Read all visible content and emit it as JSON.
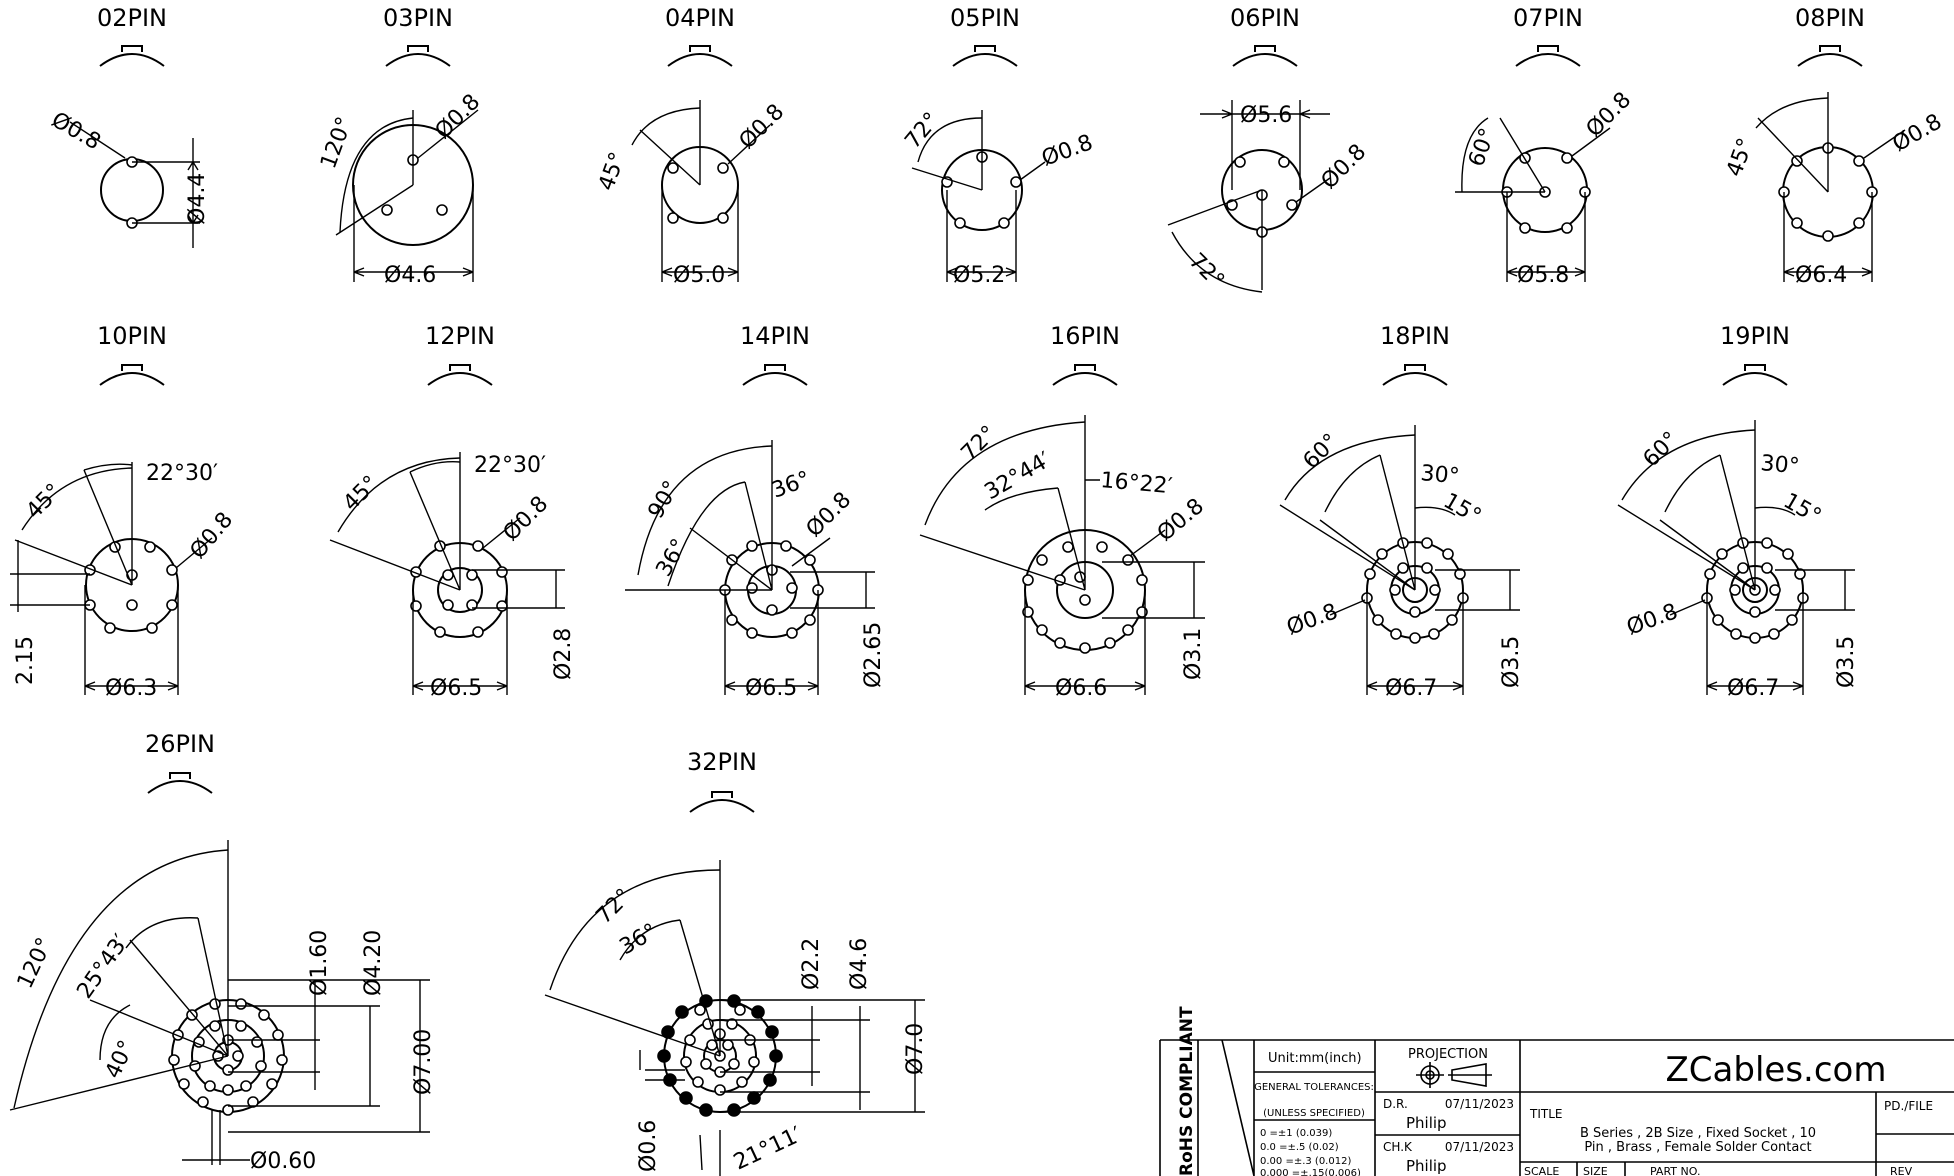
{
  "variants": [
    {
      "title": "02PIN",
      "pins": 2,
      "callouts": [
        "Ø0.8",
        "Ø4.4"
      ],
      "diameter": "Ø4.4"
    },
    {
      "title": "03PIN",
      "pins": 3,
      "callouts": [
        "120°",
        "Ø0.8",
        "Ø4.6"
      ]
    },
    {
      "title": "04PIN",
      "pins": 4,
      "callouts": [
        "45°",
        "Ø0.8",
        "Ø5.0"
      ]
    },
    {
      "title": "05PIN",
      "pins": 5,
      "callouts": [
        "72°",
        "Ø0.8",
        "Ø5.2"
      ]
    },
    {
      "title": "06PIN",
      "pins": 6,
      "callouts": [
        "Ø5.6",
        "Ø0.8",
        "72°"
      ]
    },
    {
      "title": "07PIN",
      "pins": 7,
      "callouts": [
        "60°",
        "Ø0.8",
        "Ø5.8"
      ]
    },
    {
      "title": "08PIN",
      "pins": 8,
      "callouts": [
        "45°",
        "Ø0.8",
        "Ø6.4"
      ]
    },
    {
      "title": "10PIN",
      "pins": 10,
      "callouts": [
        "22°30′",
        "45°",
        "Ø0.8",
        "2.15",
        "Ø6.3"
      ]
    },
    {
      "title": "12PIN",
      "pins": 12,
      "callouts": [
        "22°30′",
        "45°",
        "Ø0.8",
        "Ø2.8",
        "Ø6.5"
      ]
    },
    {
      "title": "14PIN",
      "pins": 14,
      "callouts": [
        "90°",
        "36°",
        "36°",
        "Ø0.8",
        "Ø2.65",
        "Ø6.5"
      ]
    },
    {
      "title": "16PIN",
      "pins": 16,
      "callouts": [
        "72°",
        "32°44′",
        "16°22′",
        "Ø0.8",
        "Ø3.1",
        "Ø6.6"
      ]
    },
    {
      "title": "18PIN",
      "pins": 18,
      "callouts": [
        "60°",
        "30°",
        "15°",
        "Ø0.8",
        "Ø3.5",
        "Ø6.7"
      ]
    },
    {
      "title": "19PIN",
      "pins": 19,
      "callouts": [
        "60°",
        "30°",
        "15°",
        "Ø0.8",
        "Ø3.5",
        "Ø6.7"
      ]
    },
    {
      "title": "26PIN",
      "pins": 26,
      "callouts": [
        "120°",
        "25°43′",
        "40°",
        "Ø1.60",
        "Ø4.20",
        "Ø7.00",
        "Ø0.60"
      ]
    },
    {
      "title": "32PIN",
      "pins": 32,
      "callouts": [
        "72°",
        "36°",
        "Ø2.2",
        "Ø4.6",
        "Ø7.0",
        "Ø0.6",
        "21°11′"
      ]
    }
  ],
  "title_block": {
    "rohs": "RoHS COMPLIANT",
    "unit": "Unit:mm(inch)",
    "projection_label": "PROJECTION",
    "general_tolerances": "GENERAL TOLERANCES:",
    "unless_specified": "(UNLESS SPECIFIED)",
    "tol_rows": [
      "0     =±1 (0.039)",
      "0.0   =±.5 (0.02)",
      "0.00  =±.3 (0.012)",
      "0.000 =±.15(0.006)"
    ],
    "dr_label": "D.R.",
    "dr_date": "07/11/2023",
    "dr_name": "Philip",
    "chk_label": "CH.K",
    "chk_date": "07/11/2023",
    "chk_name": "Philip",
    "company": "ZCables.com",
    "title_label": "TITLE",
    "title_line1": "B Series , 2B Size , Fixed Socket , 10",
    "title_line2": "Pin , Brass , Female Solder Contact",
    "pd_file": "PD./FILE",
    "scale": "SCALE",
    "size": "SIZE",
    "part_no": "PART NO.",
    "rev": "REV"
  }
}
